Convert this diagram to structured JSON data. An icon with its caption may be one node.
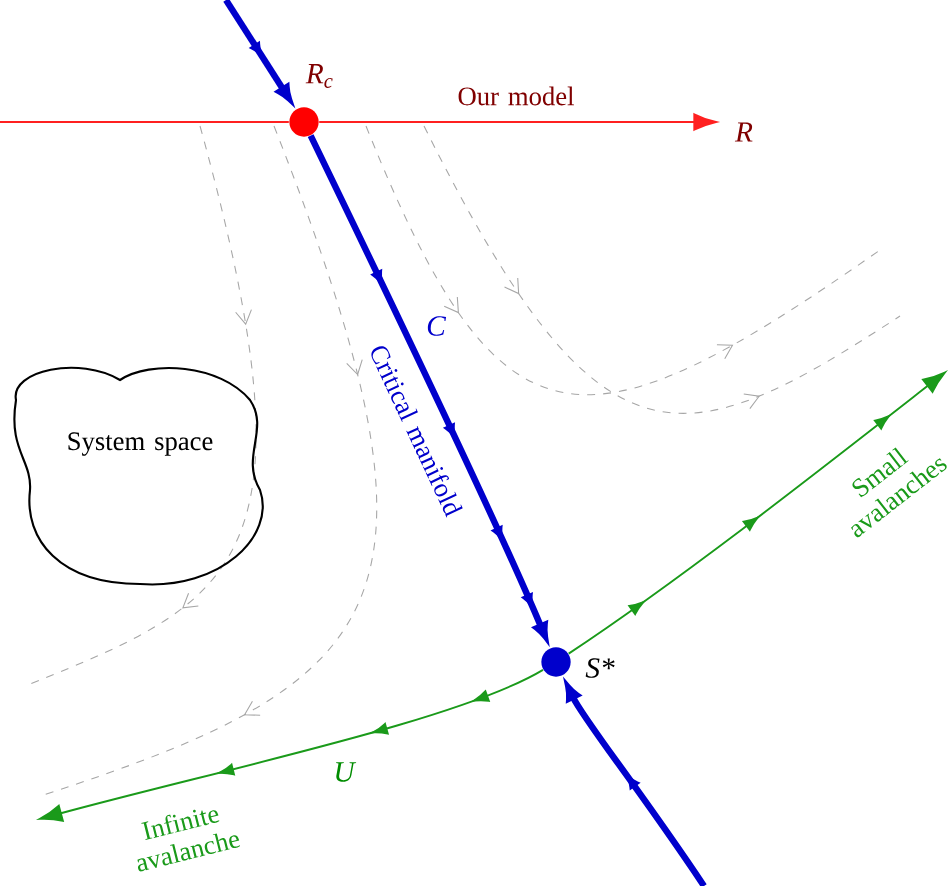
{
  "diagram": {
    "nodes": [
      {
        "text": [
          "System space"
        ]
      },
      {
        "text": [],
        "shape": "circle",
        "beside": [
          "R$_{c}$"
        ]
      },
      {
        "text": [],
        "shape": "circle",
        "beside": [
          "S*"
        ]
      }
    ],
    "edges": [
      {
        "from": null,
        "to": 1,
        "arrow": "to",
        "style": "thick",
        "color": "#0000cc"
      },
      {
        "from": null,
        "to": 1,
        "arrow": "none",
        "color": "#ff2020"
      },
      {
        "from": 1,
        "to": null,
        "arrow": "to",
        "color": "#ff2020",
        "label": "Our model"
      },
      {
        "from": 1,
        "to": 2,
        "arrow": "to",
        "style": "thick",
        "color": "#0000cc",
        "label": "Critical manifold"
      },
      {
        "from": null,
        "to": 2,
        "arrow": "to",
        "style": "thick",
        "color": "#0000cc"
      },
      {
        "from": 2,
        "to": null,
        "arrow": "to",
        "color": "#1a9a1a",
        "label": "Small avalanches"
      },
      {
        "from": 2,
        "to": null,
        "arrow": "to",
        "color": "#1a9a1a",
        "label": "Infinite avalanche"
      }
    ],
    "labels": [
      "R",
      "C",
      "U"
    ]
  }
}
